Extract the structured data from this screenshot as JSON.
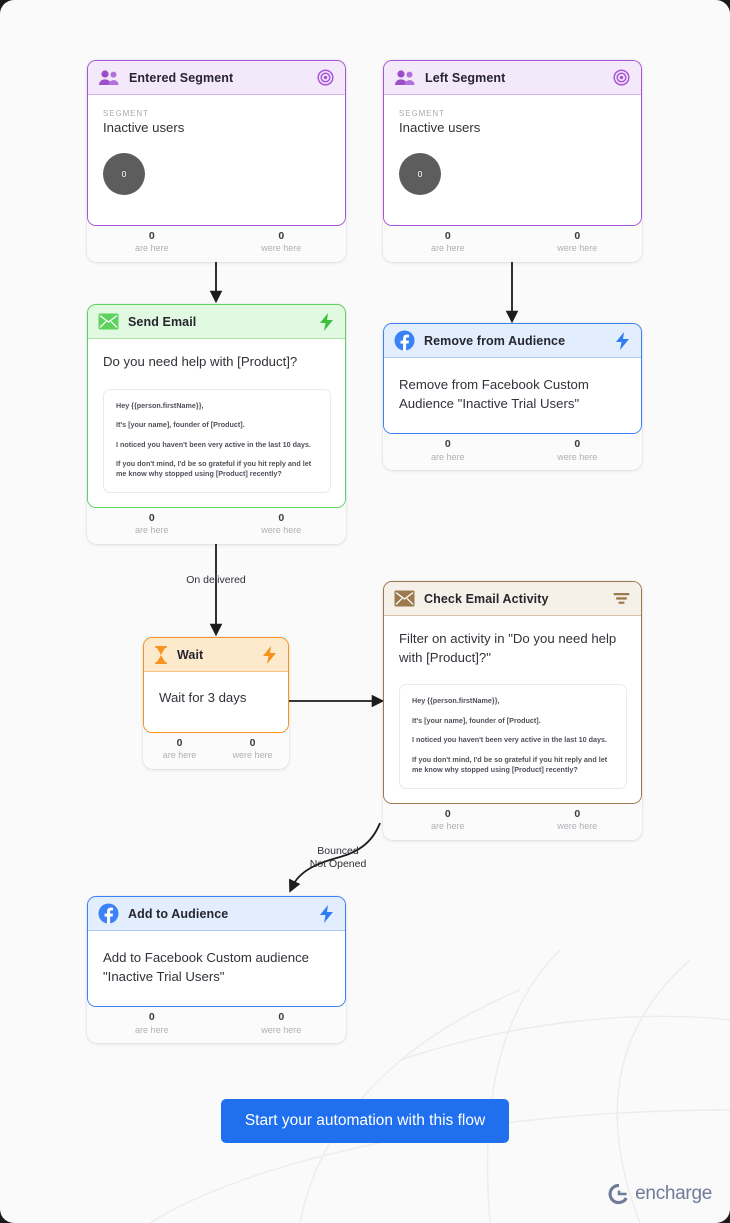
{
  "cta": {
    "label": "Start your automation with this flow",
    "color": "#1f6fef"
  },
  "brand": {
    "name": "encharge",
    "logo_icon": "encharge-c-logo",
    "color": "#6f7b99"
  },
  "stats_labels": {
    "are_here": "are here",
    "were_here": "were here"
  },
  "nodes": [
    {
      "id": "entered-segment",
      "title": "Entered Segment",
      "accent": "#a855d8",
      "left_icon": "people-icon",
      "right_icon": "target-icon",
      "sub_label": "SEGMENT",
      "segment_name": "Inactive users",
      "bubble_count": "0",
      "stat_are_here": "0",
      "stat_were_here": "0"
    },
    {
      "id": "left-segment",
      "title": "Left Segment",
      "accent": "#a855d8",
      "left_icon": "people-icon",
      "right_icon": "target-icon",
      "sub_label": "SEGMENT",
      "segment_name": "Inactive users",
      "bubble_count": "0",
      "stat_are_here": "0",
      "stat_were_here": "0"
    },
    {
      "id": "send-email",
      "title": "Send Email",
      "accent": "#5ed25e",
      "left_icon": "envelope-icon",
      "right_icon": "lightning-bolt-icon",
      "main_text": "Do you need help with [Product]?",
      "email_preview": [
        "Hey {{person.firstName}},",
        "It's [your name], founder of [Product].",
        "I noticed you haven't been very active in the last 10 days.",
        "If you don't mind, I'd be so grateful if you hit reply and let me know why stopped using [Product] recently?"
      ],
      "stat_are_here": "0",
      "stat_were_here": "0"
    },
    {
      "id": "remove-from-audience",
      "title": "Remove from Audience",
      "accent": "#3b82f6",
      "left_icon": "facebook-icon",
      "right_icon": "lightning-bolt-icon",
      "main_text": "Remove from Facebook Custom Audience \"Inactive Trial Users\"",
      "stat_are_here": "0",
      "stat_were_here": "0"
    },
    {
      "id": "wait",
      "title": "Wait",
      "accent": "#f79421",
      "left_icon": "hourglass-icon",
      "right_icon": "lightning-bolt-icon",
      "main_text": "Wait for 3 days",
      "stat_are_here": "0",
      "stat_were_here": "0"
    },
    {
      "id": "check-email-activity",
      "title": "Check Email Activity",
      "accent": "#9c7a4e",
      "left_icon": "envelope-icon",
      "right_icon": "filter-icon",
      "main_text": "Filter on activity in \"Do you need help with [Product]?\"",
      "email_preview": [
        "Hey {{person.firstName}},",
        "It's [your name], founder of [Product].",
        "I noticed you haven't been very active in the last 10 days.",
        "If you don't mind, I'd be so grateful if you hit reply and let me know why stopped using [Product] recently?"
      ],
      "stat_are_here": "0",
      "stat_were_here": "0"
    },
    {
      "id": "add-to-audience",
      "title": "Add to Audience",
      "accent": "#3b82f6",
      "left_icon": "facebook-icon",
      "right_icon": "lightning-bolt-icon",
      "main_text": "Add to Facebook Custom audience \"Inactive Trial Users\"",
      "stat_are_here": "0",
      "stat_were_here": "0"
    }
  ],
  "connectors": [
    {
      "id": "entered-to-send-email",
      "label": ""
    },
    {
      "id": "left-to-remove-audience",
      "label": ""
    },
    {
      "id": "send-email-to-wait",
      "label": "On delivered"
    },
    {
      "id": "wait-to-check-activity",
      "label": ""
    },
    {
      "id": "check-activity-to-add-audience",
      "label": "Bounced\nNot Opened"
    }
  ]
}
